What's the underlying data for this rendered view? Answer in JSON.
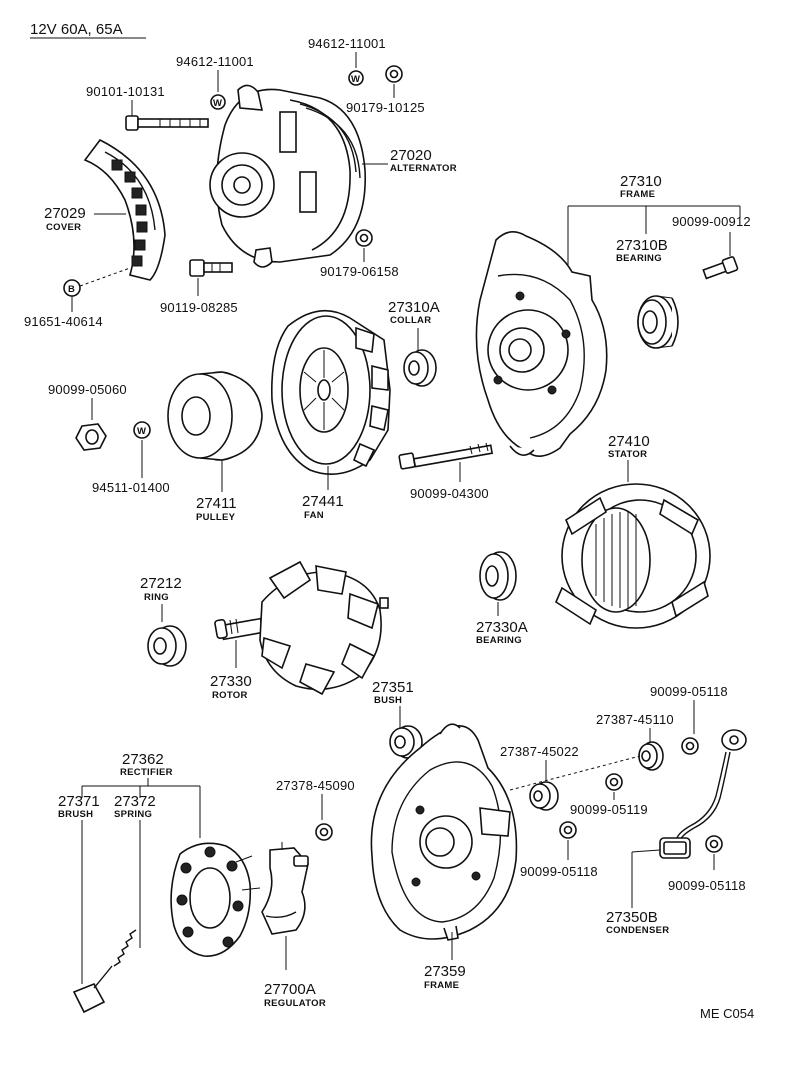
{
  "header": {
    "title": "12V 60A, 65A"
  },
  "footer": {
    "code": "ME C054"
  },
  "parts": [
    {
      "id": "p94612a",
      "number": "94612-11001",
      "desc": ""
    },
    {
      "id": "p94612b",
      "number": "94612-11001",
      "desc": ""
    },
    {
      "id": "p90101",
      "number": "90101-10131",
      "desc": ""
    },
    {
      "id": "p90179a",
      "number": "90179-10125",
      "desc": ""
    },
    {
      "id": "p27020",
      "number": "27020",
      "desc": "ALTERNATOR"
    },
    {
      "id": "p27029",
      "number": "27029",
      "desc": "COVER"
    },
    {
      "id": "p91651",
      "number": "91651-40614",
      "desc": ""
    },
    {
      "id": "p90119",
      "number": "90119-08285",
      "desc": ""
    },
    {
      "id": "p90179b",
      "number": "90179-06158",
      "desc": ""
    },
    {
      "id": "p27310",
      "number": "27310",
      "desc": "FRAME"
    },
    {
      "id": "p90099a",
      "number": "90099-00912",
      "desc": ""
    },
    {
      "id": "p27310b",
      "number": "27310B",
      "desc": "BEARING"
    },
    {
      "id": "p27310a",
      "number": "27310A",
      "desc": "COLLAR"
    },
    {
      "id": "p90099b",
      "number": "90099-05060",
      "desc": ""
    },
    {
      "id": "p94511",
      "number": "94511-01400",
      "desc": ""
    },
    {
      "id": "p27411",
      "number": "27411",
      "desc": "PULLEY"
    },
    {
      "id": "p27441",
      "number": "27441",
      "desc": "FAN"
    },
    {
      "id": "p90099c",
      "number": "90099-04300",
      "desc": ""
    },
    {
      "id": "p27410",
      "number": "27410",
      "desc": "STATOR"
    },
    {
      "id": "p27212",
      "number": "27212",
      "desc": "RING"
    },
    {
      "id": "p27330",
      "number": "27330",
      "desc": "ROTOR"
    },
    {
      "id": "p27330a",
      "number": "27330A",
      "desc": "BEARING"
    },
    {
      "id": "p27351",
      "number": "27351",
      "desc": "BUSH"
    },
    {
      "id": "p90099d",
      "number": "90099-05118",
      "desc": ""
    },
    {
      "id": "p27387a",
      "number": "27387-45110",
      "desc": ""
    },
    {
      "id": "p27387b",
      "number": "27387-45022",
      "desc": ""
    },
    {
      "id": "p27362",
      "number": "27362",
      "desc": "RECTIFIER"
    },
    {
      "id": "p27378",
      "number": "27378-45090",
      "desc": ""
    },
    {
      "id": "p90099e",
      "number": "90099-05119",
      "desc": ""
    },
    {
      "id": "p27371",
      "number": "27371",
      "desc": "BRUSH"
    },
    {
      "id": "p27372",
      "number": "27372",
      "desc": "SPRING"
    },
    {
      "id": "p90099f",
      "number": "90099-05118",
      "desc": ""
    },
    {
      "id": "p90099g",
      "number": "90099-05118",
      "desc": ""
    },
    {
      "id": "p27350b",
      "number": "27350B",
      "desc": "CONDENSER"
    },
    {
      "id": "p27700a",
      "number": "27700A",
      "desc": "REGULATOR"
    },
    {
      "id": "p27359",
      "number": "27359",
      "desc": "FRAME"
    }
  ]
}
